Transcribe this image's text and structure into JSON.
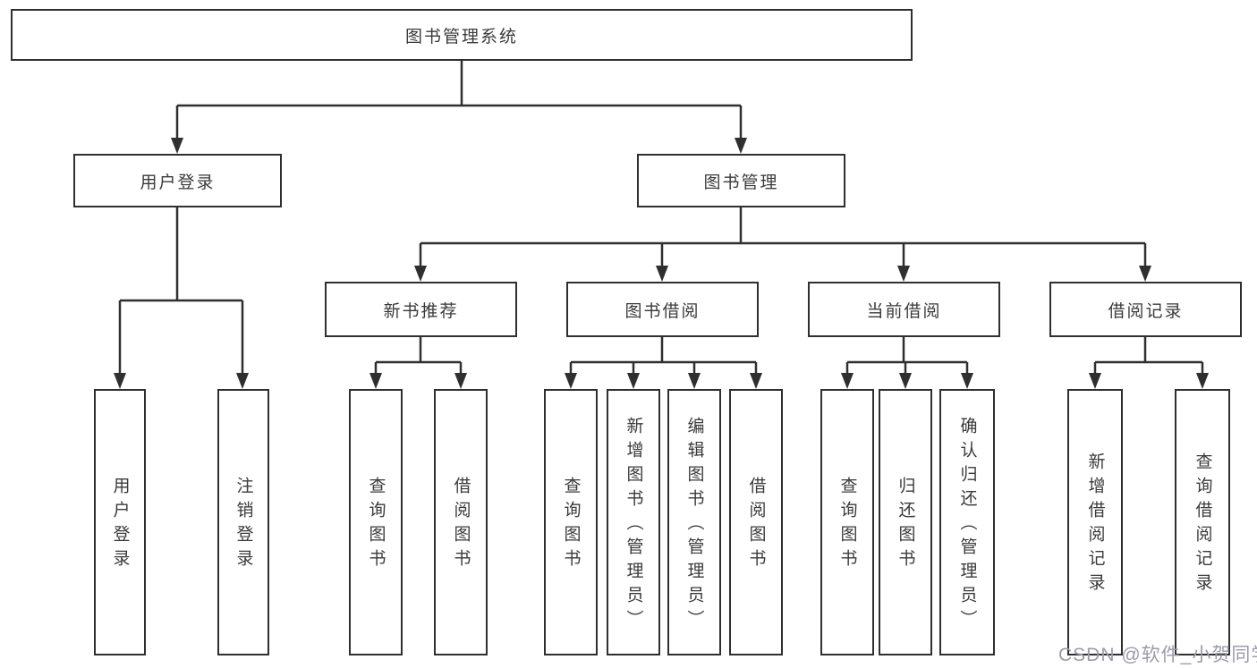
{
  "tree": {
    "label": "图书管理系统",
    "children": [
      {
        "label": "用户登录",
        "children": [
          {
            "label": "用户登录"
          },
          {
            "label": "注销登录"
          }
        ]
      },
      {
        "label": "图书管理",
        "children": [
          {
            "label": "新书推荐",
            "children": [
              {
                "label": "查询图书"
              },
              {
                "label": "借阅图书"
              }
            ]
          },
          {
            "label": "图书借阅",
            "children": [
              {
                "label": "查询图书"
              },
              {
                "label": "新增图书（管理员）"
              },
              {
                "label": "编辑图书（管理员）"
              },
              {
                "label": "借阅图书"
              }
            ]
          },
          {
            "label": "当前借阅",
            "children": [
              {
                "label": "查询图书"
              },
              {
                "label": "归还图书"
              },
              {
                "label": "确认归还（管理员）"
              }
            ]
          },
          {
            "label": "借阅记录",
            "children": [
              {
                "label": "新增借阅记录"
              },
              {
                "label": "查询借阅记录"
              }
            ]
          }
        ]
      }
    ]
  },
  "watermark": {
    "text": "CSDN @软件_小贺同学"
  },
  "colors": {
    "line": "#2f2f2f",
    "text": "#3a3a3a",
    "background": "#ffffff",
    "watermark": "#9b9ca8"
  }
}
